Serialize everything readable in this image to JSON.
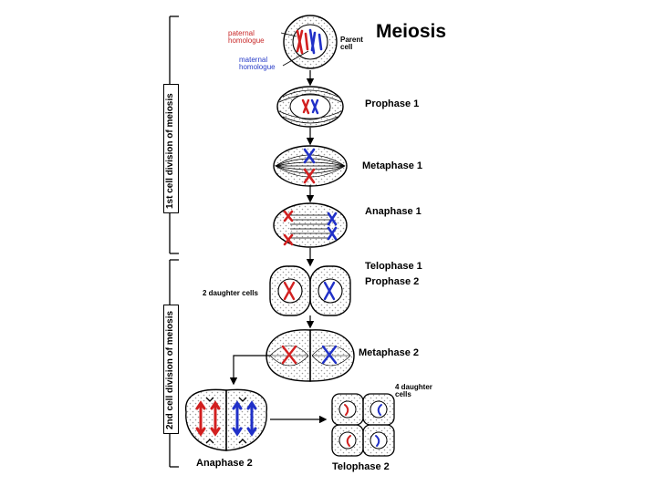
{
  "title": "Meiosis",
  "divisions": {
    "first": "1st cell division of meiosis",
    "second": "2nd cell division of meiosis"
  },
  "annotations": {
    "paternal": "paternal homologue",
    "maternal": "maternal homologue",
    "two_daughters": "2 daughter cells",
    "four_daughters": "4 daughter cells"
  },
  "stages": {
    "parent": "Parent cell",
    "prophase1": "Prophase 1",
    "metaphase1": "Metaphase 1",
    "anaphase1": "Anaphase 1",
    "telophase1": "Telophase 1",
    "prophase2": "Prophase 2",
    "metaphase2": "Metaphase 2",
    "anaphase2": "Anaphase 2",
    "telophase2": "Telophase 2"
  },
  "colors": {
    "paternal": "#d22020",
    "maternal": "#2030c8",
    "outline": "#000000",
    "stipple": "#9a9a9a"
  }
}
